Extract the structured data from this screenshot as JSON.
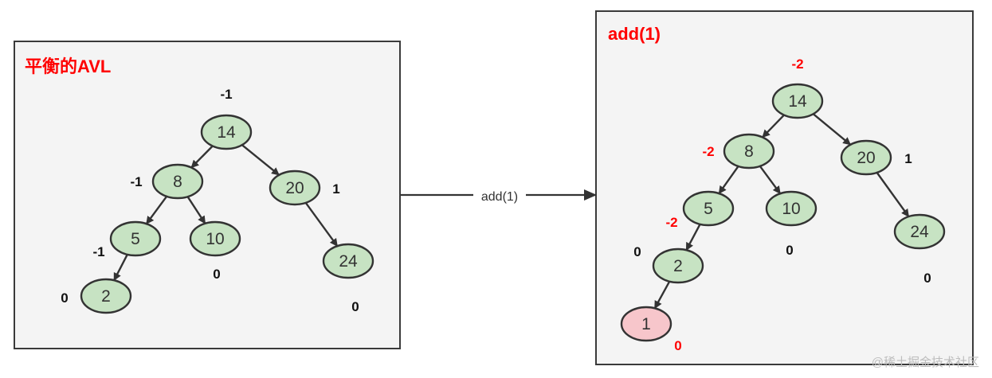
{
  "colors": {
    "node_fill": "#c7e3c3",
    "node_stroke": "#333333",
    "new_node_fill": "#f7c6cb",
    "edge": "#333333",
    "bf_default": "#111111",
    "bf_unbalanced": "#ff0000",
    "title": "#ff0000",
    "panel_bg": "#f4f4f4"
  },
  "left_panel": {
    "title": "平衡的AVL",
    "nodes": [
      {
        "id": "14",
        "label": "14",
        "bf": "-1"
      },
      {
        "id": "8",
        "label": "8",
        "bf": "-1"
      },
      {
        "id": "20",
        "label": "20",
        "bf": "1"
      },
      {
        "id": "5",
        "label": "5",
        "bf": "-1"
      },
      {
        "id": "10",
        "label": "10",
        "bf": "0"
      },
      {
        "id": "24",
        "label": "24",
        "bf": "0"
      },
      {
        "id": "2",
        "label": "2",
        "bf": "0"
      }
    ],
    "edges": [
      [
        "14",
        "8"
      ],
      [
        "14",
        "20"
      ],
      [
        "8",
        "5"
      ],
      [
        "8",
        "10"
      ],
      [
        "20",
        "24"
      ],
      [
        "5",
        "2"
      ]
    ]
  },
  "connector": {
    "label": "add(1)"
  },
  "right_panel": {
    "title": "add(1)",
    "nodes": [
      {
        "id": "14",
        "label": "14",
        "bf": "-2",
        "bf_alert": true
      },
      {
        "id": "8",
        "label": "8",
        "bf": "-2",
        "bf_alert": true
      },
      {
        "id": "20",
        "label": "20",
        "bf": "1"
      },
      {
        "id": "5",
        "label": "5",
        "bf": "-2",
        "bf_alert": true
      },
      {
        "id": "10",
        "label": "10",
        "bf": "0"
      },
      {
        "id": "24",
        "label": "24",
        "bf": "0"
      },
      {
        "id": "2",
        "label": "2",
        "bf": "0"
      },
      {
        "id": "1",
        "label": "1",
        "bf": "0",
        "bf_alert": true,
        "is_new": true
      }
    ],
    "edges": [
      [
        "14",
        "8"
      ],
      [
        "14",
        "20"
      ],
      [
        "8",
        "5"
      ],
      [
        "8",
        "10"
      ],
      [
        "20",
        "24"
      ],
      [
        "5",
        "2"
      ],
      [
        "2",
        "1"
      ]
    ]
  },
  "watermark": "@稀土掘金技术社区"
}
